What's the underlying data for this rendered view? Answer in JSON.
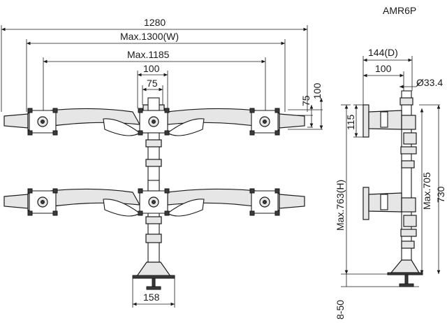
{
  "model": "AMR6P",
  "front_view": {
    "width_label": "1280",
    "max_width_label": "Max.1300(W)",
    "max_inner_label": "Max.1185",
    "vesa_large_label": "100",
    "vesa_small_label": "75",
    "right_small_label": "75",
    "right_large_label": "100",
    "base_label": "158"
  },
  "side_view": {
    "depth_label": "144(D)",
    "offset_label": "100",
    "pole_label": "Ø33.4",
    "plate_label": "115",
    "max_height_label": "Max.763(H)",
    "max_arm_label": "Max.705",
    "pole_height_label": "730",
    "clamp_label": "8-50"
  }
}
